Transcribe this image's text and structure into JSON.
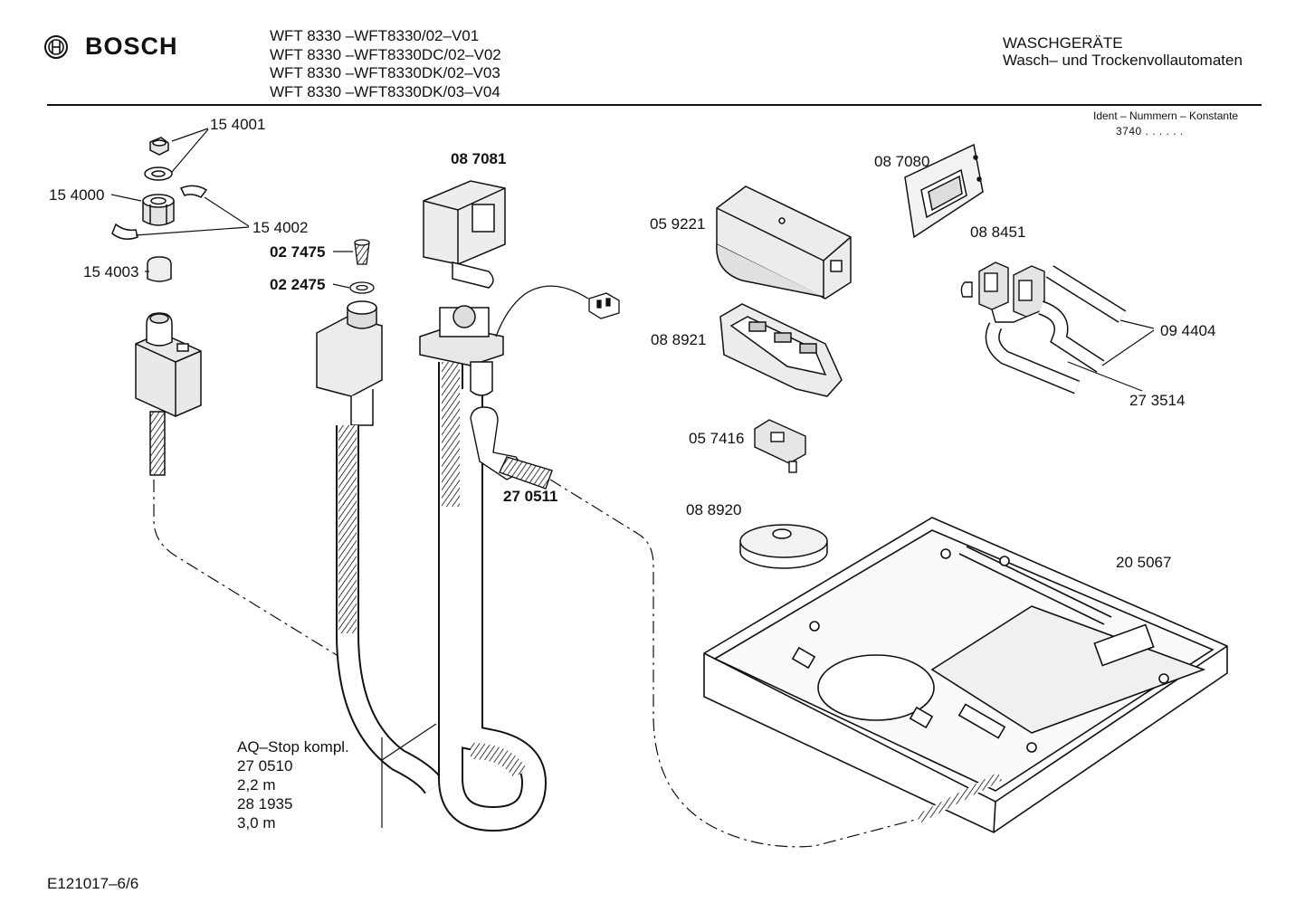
{
  "header": {
    "brand": "BOSCH",
    "models": [
      "WFT 8330 –WFT8330/02–V01",
      "WFT 8330 –WFT8330DC/02–V02",
      "WFT 8330 –WFT8330DK/02–V03",
      "WFT 8330 –WFT8330DK/03–V04"
    ],
    "category": "WASCHGERÄTE",
    "subcategory": "Wasch– und Trockenvollautomaten",
    "ident_label": "Ident – Nummern – Konstante",
    "ident_code": "3740 . . . . . ."
  },
  "parts": {
    "p154001": "15 4001",
    "p154000": "15 4000",
    "p154002": "15 4002",
    "p154003": "15 4003",
    "p027475": "02 7475",
    "p022475": "02 2475",
    "p087081": "08 7081",
    "p270511": "27 0511",
    "p059221": "05 9221",
    "p087080": "08 7080",
    "p088451": "08 8451",
    "p094404": "09 4404",
    "p273514": "27 3514",
    "p088921": "08 8921",
    "p057416": "05 7416",
    "p088920": "08 8920",
    "p205067": "20 5067"
  },
  "aquastop": {
    "title": "AQ–Stop kompl.",
    "part1": "27 0510",
    "len1": "2,2 m",
    "part2": "28 1935",
    "len2": "3,0 m"
  },
  "footer": {
    "doc_id": "E121017–6/6"
  },
  "colors": {
    "ink": "#111111",
    "shade": "#d8d8d8",
    "paper": "#ffffff"
  }
}
